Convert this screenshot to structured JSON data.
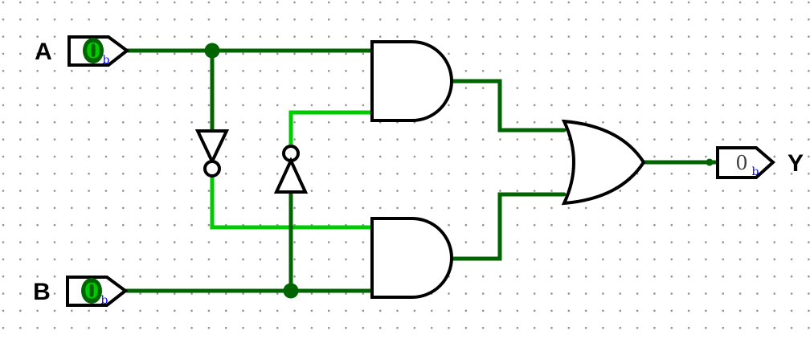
{
  "app": {
    "name": "logic-circuit-schematic",
    "canvas": "dotted-grid"
  },
  "colors": {
    "wire_low": "#006400",
    "wire_high": "#00CB00",
    "gate_stroke": "#000000",
    "gate_fill": "#FFFFFF",
    "value_high_text": "#00CB00",
    "output_value_text": "#3F3F3F",
    "radix_text": "#0000FF",
    "label_text": "#000000",
    "grid_dot": "#8F8F8F",
    "background": "#FFFFFF"
  },
  "pins": {
    "a": {
      "label": "A",
      "value": "0",
      "radix": "b",
      "direction": "input"
    },
    "b": {
      "label": "B",
      "value": "0",
      "radix": "b",
      "direction": "input"
    },
    "y": {
      "label": "Y",
      "value": "0",
      "radix": "b",
      "direction": "output"
    }
  },
  "gates": {
    "not1": {
      "type": "NOT",
      "facing": "south",
      "input": "A",
      "output_value": 1
    },
    "not2": {
      "type": "NOT",
      "facing": "north",
      "input": "B",
      "output_value": 1
    },
    "and1": {
      "type": "AND",
      "inputs": [
        "A",
        "NOT B"
      ],
      "output_value": 0
    },
    "and2": {
      "type": "AND",
      "inputs": [
        "NOT A",
        "B"
      ],
      "output_value": 0
    },
    "or1": {
      "type": "OR",
      "inputs": [
        "and1 output",
        "and2 output"
      ],
      "output_value": 0
    }
  },
  "logic": {
    "expression": "Y = (A AND NOT B) OR (NOT A AND B)",
    "equivalent_function": "XOR",
    "state": {
      "A": 0,
      "B": 0,
      "Y": 0
    }
  }
}
